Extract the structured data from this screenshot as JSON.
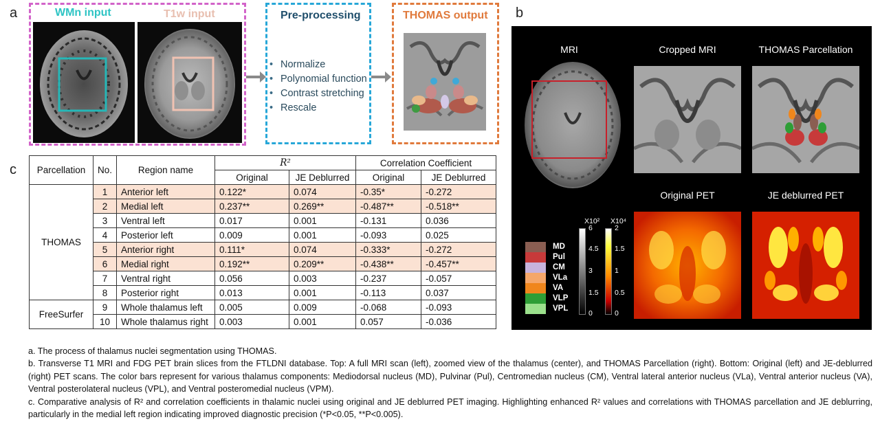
{
  "panel_letters": {
    "a": "a",
    "b": "b",
    "c": "c"
  },
  "panel_a": {
    "wmn_label": "WMn input",
    "t1w_label": "T1w input",
    "preprocessing_title": "Pre-processing",
    "preprocessing_steps": [
      "Normalize",
      "Polynomial function",
      "Contrast stretching",
      "Rescale"
    ],
    "output_title": "THOMAS output",
    "colors": {
      "wmn_frame": "#d263c9",
      "wmn_label": "#2ec4c4",
      "t1w_label": "#e8bfb0",
      "preproc_frame": "#27a7d8",
      "preproc_title": "#1f4e6b",
      "output_frame": "#e07a3c",
      "output_title": "#e07a3c"
    }
  },
  "panel_b": {
    "labels": {
      "mri": "MRI",
      "cropped": "Cropped MRI",
      "parcellation": "THOMAS Parcellation",
      "original_pet": "Original PET",
      "je_pet": "JE deblurred PET"
    },
    "legend": [
      {
        "name": "MD",
        "color": "#8a5e52"
      },
      {
        "name": "Pul",
        "color": "#c73a3a"
      },
      {
        "name": "CM",
        "color": "#c7b3dc"
      },
      {
        "name": "VLa",
        "color": "#f5a76a"
      },
      {
        "name": "VA",
        "color": "#f0861c"
      },
      {
        "name": "VLP",
        "color": "#2e9e36"
      },
      {
        "name": "VPL",
        "color": "#9be08c"
      }
    ],
    "gray_bar": {
      "exp": "X10²",
      "ticks": [
        "6",
        "4.5",
        "3",
        "1.5",
        "0"
      ]
    },
    "hot_bar": {
      "exp": "X10⁴",
      "ticks": [
        "2",
        "1.5",
        "1",
        "0.5",
        "0"
      ]
    }
  },
  "table": {
    "headers": {
      "parcellation": "Parcellation",
      "no": "No.",
      "region": "Region name",
      "r2": "R²",
      "corr": "Correlation Coefficient",
      "original": "Original",
      "je": "JE Deblurred"
    },
    "groups": {
      "thomas": "THOMAS",
      "freesurfer": "FreeSurfer"
    },
    "rows": [
      {
        "no": "1",
        "region": "Anterior left",
        "r2_orig": "0.122*",
        "r2_je": "0.074",
        "cc_orig": "-0.35*",
        "cc_je": "-0.272"
      },
      {
        "no": "2",
        "region": "Medial left",
        "r2_orig": "0.237**",
        "r2_je": "0.269**",
        "cc_orig": "-0.487**",
        "cc_je": "-0.518**"
      },
      {
        "no": "3",
        "region": "Ventral left",
        "r2_orig": "0.017",
        "r2_je": "0.001",
        "cc_orig": "-0.131",
        "cc_je": "0.036"
      },
      {
        "no": "4",
        "region": "Posterior left",
        "r2_orig": "0.009",
        "r2_je": "0.001",
        "cc_orig": "-0.093",
        "cc_je": "0.025"
      },
      {
        "no": "5",
        "region": "Anterior right",
        "r2_orig": "0.111*",
        "r2_je": "0.074",
        "cc_orig": "-0.333*",
        "cc_je": "-0.272"
      },
      {
        "no": "6",
        "region": "Medial right",
        "r2_orig": "0.192**",
        "r2_je": "0.209**",
        "cc_orig": "-0.438**",
        "cc_je": "-0.457**"
      },
      {
        "no": "7",
        "region": "Ventral right",
        "r2_orig": "0.056",
        "r2_je": "0.003",
        "cc_orig": "-0.237",
        "cc_je": "-0.057"
      },
      {
        "no": "8",
        "region": "Posterior right",
        "r2_orig": "0.013",
        "r2_je": "0.001",
        "cc_orig": "-0.113",
        "cc_je": "0.037"
      },
      {
        "no": "9",
        "region": "Whole thalamus left",
        "r2_orig": "0.005",
        "r2_je": "0.009",
        "cc_orig": "-0.068",
        "cc_je": "-0.093"
      },
      {
        "no": "10",
        "region": "Whole thalamus right",
        "r2_orig": "0.003",
        "r2_je": "0.001",
        "cc_orig": "0.057",
        "cc_je": "-0.036"
      }
    ],
    "highlight_color": "#fbe2d3"
  },
  "caption": {
    "a": "a. The process of thalamus nuclei segmentation using THOMAS.",
    "b": "b. Transverse T1 MRI and FDG PET brain slices from the FTLDNI database. Top: A full MRI scan (left), zoomed view of the thalamus (center), and THOMAS Parcellation (right). Bottom: Original (left) and JE-deblurred (right) PET scans. The color bars represent for various thalamus components: Mediodorsal nucleus (MD), Pulvinar (Pul), Centromedian nucleus (CM), Ventral lateral anterior nucleus (VLa), Ventral anterior nucleus (VA), Ventral posterolateral nucleus (VPL), and Ventral posteromedial nucleus (VPM).",
    "c": "c. Comparative analysis of R² and correlation coefficients in thalamic nuclei using original and JE deblurred PET imaging. Highlighting enhanced R² values and correlations with THOMAS parcellation and JE deblurring, particularly in the medial left region indicating improved diagnostic precision (*P<0.05, **P<0.005)."
  }
}
